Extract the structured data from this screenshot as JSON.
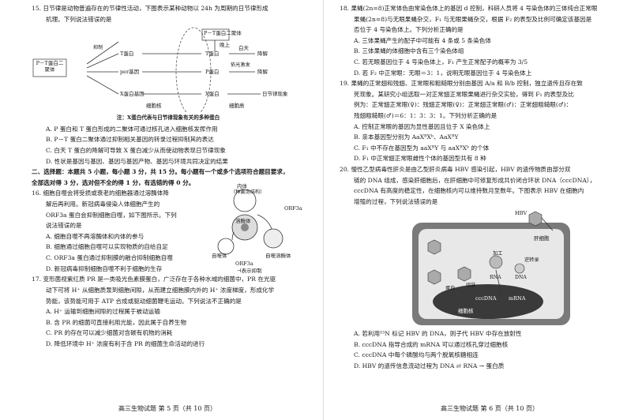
{
  "left": {
    "q15": {
      "stem1": "15. 日节律是动物普遍存在的节律性活动，下图表示某种动物以 24h 为周期的日节律形成",
      "stem2": "机理。下列说法错误的是",
      "fig": {
        "ptdimer_top": "P－T蛋白二聚体",
        "ptdimer_left": "P－T蛋白二聚体",
        "tprotein": "T蛋白",
        "tprotein2": "T蛋白",
        "pergene": "per基因",
        "pprotein": "P蛋白",
        "xprotein": "X蛋白基因",
        "xprotein2": "X蛋白",
        "night": "晚上",
        "day": "白天",
        "degrade1": "降解",
        "degrade2": "降解",
        "photo": "依光激发",
        "suppress": "抑制",
        "nucleus": "细胞核",
        "cytoplasm": "细胞质",
        "rhythm": "日节律现象",
        "note": "注：X蛋白代表与日节律现象有关的多种蛋白"
      },
      "optA": "A. P 蛋白和 T 蛋白形成的二聚体可通过核孔进入细胞核发挥作用",
      "optB": "B. P－T 蛋白二聚体通过抑制相关基因的转录过程抑制其的表达",
      "optC": "C. 白天 T 蛋白的降解可导致 X 蛋白减少从而使动物表现日节律现象",
      "optD": "D. 性状是基因与基因、基因与基因产物、基因与环境共同决定的结果"
    },
    "sec2a": "二、选择题：本题共 5 小题，每小题 3 分，共 15 分。每小题有一个或多个选项符合题目要求，",
    "sec2b": "全部选对得 3 分，选对但不全的得 1 分，有选错的得 0 分。",
    "q16": {
      "s1": "16. 细胞自噬会将受损或衰老的细胞器通过溶酶体降",
      "s2": "解后再利用。新冠病毒侵染人体细胞产生的",
      "s3": "ORF3a 蛋白会抑制细胞自噬，如下图所示。下列",
      "s4": "说法错误的是",
      "fig": {
        "inner": "内体",
        "innersub": "（种囊泡结构）",
        "orf": "ORF3a",
        "lys": "溶酶体",
        "autophago": "自噬体",
        "autolys": "自噬溶酶体",
        "orf2": "ORF3a",
        "legend": "⊣表示抑制"
      },
      "optA": "A. 细胞自噬不再溶酶体和内体的参与",
      "optB": "B. 细胞通过细胞自噬可以实现物质的自给自足",
      "optC": "C. ORF3a 蛋白通过抑制膜的融合抑制细胞自噬",
      "optD": "D. 新冠病毒抑制细胞自噬不利于细胞的生存"
    },
    "q17": {
      "s1": "17. 变形菌视紫红质 PR 是一类吸光色素膜蛋白，广泛存在于各种水域的细菌中，PR 在光驱",
      "s2": "动下可将 H⁺ 从细胞质泵到细胞间隙，从而建立细胞膜内外的 H⁺ 浓度梯度，形成化学",
      "s3": "势能，该势能可用于 ATP 合成或驱动细菌鞭毛运动。下列说法不正确的是",
      "optA": "A. H⁺ 运输到细胞间隙的过程属于被动运输",
      "optB": "B. 含 PR 的细菌可直接利用光能，因此属于自养生物",
      "optC": "C. PR 的存在可以减少细菌对含碳有机物的消耗",
      "optD": "D. 降低环境中 H⁺ 浓度有利于含 PR 的细菌生命活动的进行"
    },
    "footer": "高三生物试题   第 5 页（共 10 页）"
  },
  "right": {
    "q18": {
      "s1": "18. 果蝇(2n=8)正常体色由常染色体上的基因 d 控制，科研人员将 4 号染色体的三体纯合正常眼",
      "s2": "果蝇(2n=8)与无眼果蝇杂交，F₁ 与无眼果蝇杂交，根据 F₂ 的表型及比例可确定该基因是",
      "s3": "否位于 4 号染色体上。下列分析正确的是",
      "optA": "A. 三体果蝇产生的配子中可能有 4 条或 5 条染色体",
      "optB": "B. 三体果蝇的体细胞中含有三个染色体组",
      "optC": "C. 若无眼基因位于 4 号染色体上，F₁ 产生正常配子的概率为 3/5",
      "optD": "D. 若 F₂ 中正常眼：无眼＝3：1，说明无眼基因位于 4 号染色体上"
    },
    "q19": {
      "s1": "19. 果蝇的正常翅和残翅、正常眼和粗糙眼分别由基因 A/a 和 B/b 控制，独立遗传且存在致",
      "s2": "死现象。某研究小组选取一对正常翅正常眼果蝇进行杂交实验，得到 F₁ 的表型及比",
      "s3": "例为：正常翅正常眼(♀)：残翅正常眼(♀)：正常翅正常眼(♂)：正常翅粗糙眼(♂)：",
      "s4": "残翅粗糙眼(♂)＝6：1：3：3：1。下列分析正确的是",
      "optA": "A. 控制正常眼的基因为显性基因且位于 X 染色体上",
      "optB": "B. 亲本基因型分别为 AaXᴮXᵇ、AaXᴮY",
      "optC": "C. F₁ 中不存在基因型为 aaXᴮY 与 aaXᴮXᵇ 的个体",
      "optD": "D. F₁ 中正常翅正常眼雌性个体的基因型共有 8 种"
    },
    "q20": {
      "s1": "20. 慢性乙型病毒性肝炎是由乙型肝炎病毒 HBV 感染引起，HBV 的遗传物质由部分双",
      "s2": "链的 DNA 组成，感染肝细胞后，在肝细胞中可修复形成共价闭合环状 DNA（cccDNA），",
      "s3": "cccDNA 有高度的稳定性，在细胞核内可以维持数月至数年。下图表示 HBV 在细胞内",
      "s4": "增殖的过程，下列说法错误的是",
      "fig": {
        "hbv": "HBV",
        "cell": "肝细胞",
        "proc": "加工",
        "repl": "逆转录",
        "assembly": "组装",
        "prot": "蛋白",
        "dna": "DNA",
        "rna": "RNA",
        "nucleus": "细胞核",
        "ccc": "cccDNA",
        "mrna": "mRNA"
      },
      "optA": "A. 若利用¹⁵N 标记 HBV 的 DNA，则子代 HBV 中存在放射性",
      "optB": "B. cccDNA 指导合成的 mRNA 可以通过核孔穿过细胞核",
      "optC": "C. cccDNA 中每个磷酸均与两个脱氧核糖相连",
      "optD": "D. HBV 的遗传信息流动过程为 DNA ⇄ RNA → 蛋白质"
    },
    "footer": "高三生物试题   第 6 页（共 10 页）"
  }
}
